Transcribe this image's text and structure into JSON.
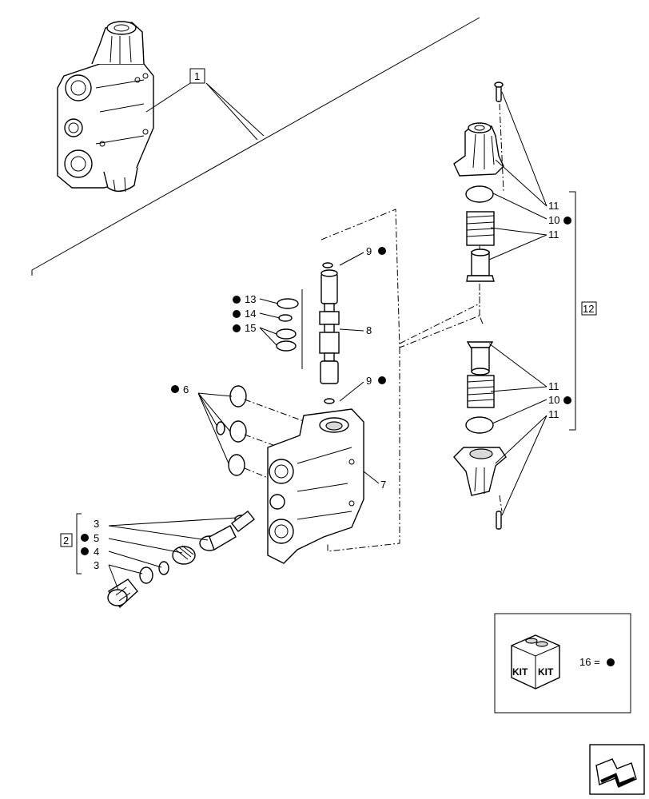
{
  "callouts": {
    "c1": "1",
    "c2": "2",
    "c3a": "3",
    "c3b": "3",
    "c4": "4",
    "c5": "5",
    "c6": "6",
    "c7": "7",
    "c8": "8",
    "c9a": "9",
    "c9b": "9",
    "c10a": "10",
    "c10b": "10",
    "c11a": "11",
    "c11b": "11",
    "c11c": "11",
    "c11d": "11",
    "c12": "12",
    "c13": "13",
    "c14": "14",
    "c15": "15"
  },
  "kit_legend": {
    "kit_text_left": "KIT",
    "kit_text_right": "KIT",
    "legend_text": "16 ="
  },
  "colors": {
    "ink": "#000000",
    "paper": "#ffffff",
    "shade": "#d9d9d9"
  },
  "icons": {
    "kit": "kit-box-icon",
    "nav": "next-page-arrow-icon",
    "bullet": "filled-circle-icon"
  }
}
